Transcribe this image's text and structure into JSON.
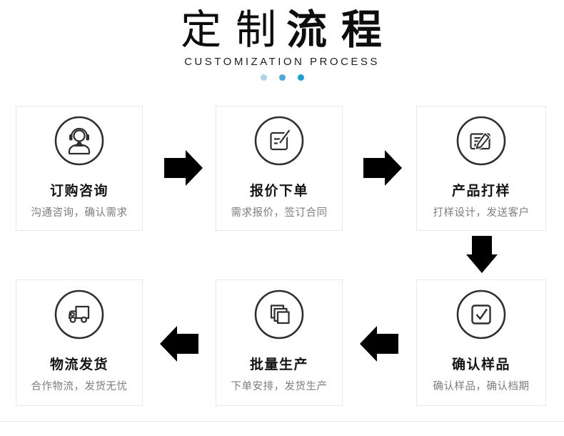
{
  "header": {
    "title_light": "定 制",
    "title_bold": "流 程",
    "subtitle": "CUSTOMIZATION PROCESS",
    "dot_colors": [
      "#a9d4ef",
      "#4aa8dd",
      "#16a0de"
    ]
  },
  "steps": [
    {
      "title": "订购咨询",
      "desc": "沟通咨询，确认需求",
      "icon": "headset-agent-icon"
    },
    {
      "title": "报价下单",
      "desc": "需求报价，签订合同",
      "icon": "document-pen-icon"
    },
    {
      "title": "产品打样",
      "desc": "打样设计，发送客户",
      "icon": "clipboard-pencil-icon"
    },
    {
      "title": "确认样品",
      "desc": "确认样品，确认档期",
      "icon": "checkbox-check-icon"
    },
    {
      "title": "批量生产",
      "desc": "下单安排，发货生产",
      "icon": "stacked-sheets-icon"
    },
    {
      "title": "物流发货",
      "desc": "合作物流，发货无忧",
      "icon": "truck-icon"
    }
  ],
  "colors": {
    "arrow": "#000000",
    "card_border": "#e8e8e8",
    "icon_stroke": "#2f2f2f",
    "title_text": "#141414",
    "desc_text": "#7d7d7d",
    "divider": "#e6e6e6"
  }
}
